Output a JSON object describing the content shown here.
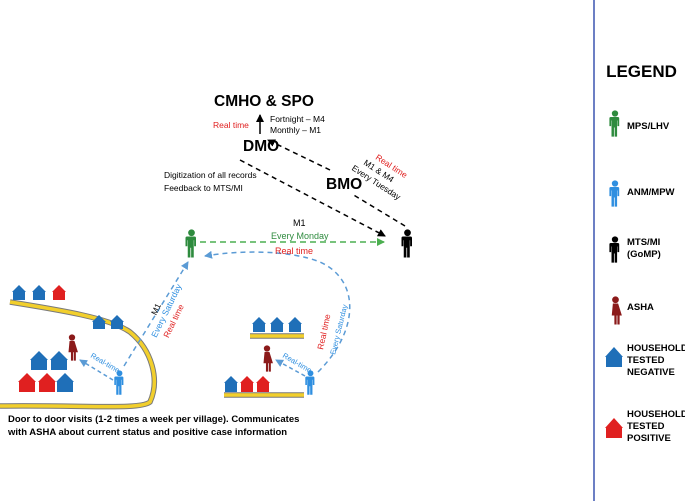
{
  "nodes": {
    "cmho_spo": "CMHO & SPO",
    "dmo": "DMO",
    "bmo": "BMO"
  },
  "edges": {
    "dmo_to_cmho_rt": "Real time",
    "dmo_to_cmho_fortnight": "Fortnight – M4",
    "dmo_to_cmho_monthly": "Monthly – M1",
    "bmo_to_dmo_rt": "Real time",
    "bmo_to_dmo_m": "M1 & M4",
    "bmo_to_dmo_freq": "Every Tuesday",
    "dmo_note_1": "Digitization of all records",
    "dmo_note_2": "Feedback to MTS/MI",
    "mps_to_mts_m": "M1",
    "mps_to_mts_freq": "Every Monday",
    "mps_to_mts_rt": "Real time",
    "anm1_to_mps_m": "M1",
    "anm1_to_mps_freq": "Every Saturday",
    "anm1_to_mps_rt": "Real time",
    "anm1_asha_rt": "Real-time",
    "anm2_to_mps_freq": "Every Saturday",
    "anm2_to_mps_rt": "Real time",
    "anm2_asha_rt": "Real-time"
  },
  "caption": "Door to door visits (1-2 times a week per village). Communicates with ASHA about current status and positive case information",
  "legend": {
    "title": "LEGEND",
    "items": {
      "mps": "MPS/LHV",
      "anm": "ANM/MPW",
      "mts_1": "MTS/MI",
      "mts_2": "(GoMP)",
      "asha": "ASHA",
      "neg_1": "HOUSEHOLD",
      "neg_2": "TESTED",
      "neg_3": "NEGATIVE",
      "pos_1": "HOUSEHOLD",
      "pos_2": "TESTED",
      "pos_3": "POSITIVE"
    }
  },
  "colors": {
    "mps": "#2e8b3e",
    "anm": "#2f8fe0",
    "mts": "#000000",
    "asha": "#8b1a1a",
    "negative": "#1f6fb8",
    "positive": "#e02020",
    "realtime": "#e02020",
    "freq_green": "#2e8b3e",
    "freq_blue": "#2f8fe0",
    "road": "#f2cf2c",
    "divider": "#3b55b0"
  }
}
